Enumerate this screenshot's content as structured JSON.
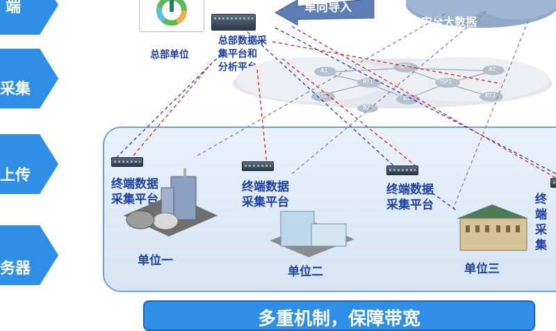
{
  "left_arrows": [
    {
      "label": "端"
    },
    {
      "label": "采集"
    },
    {
      "label": "上传"
    },
    {
      "label": "务器"
    }
  ],
  "hq": {
    "unit_label": "总部单位",
    "platform_label_lines": [
      "总部数据采",
      "集平台和",
      "分析平台"
    ]
  },
  "import_label": "单向导入",
  "cloud_label": "安全大数据",
  "router_labels": [
    "A1",
    "ISP2",
    "A2",
    "RT1",
    "ISP1",
    "RT2",
    "B1",
    "RT3",
    "B2"
  ],
  "terminals": [
    {
      "lines": [
        "终端数据",
        "采集平台"
      ],
      "unit": "单位一"
    },
    {
      "lines": [
        "终端数据",
        "采集平台"
      ],
      "unit": "单位二"
    },
    {
      "lines": [
        "终端数据",
        "采集平台"
      ],
      "unit": "单位三"
    },
    {
      "lines": [
        "终端",
        "采集"
      ],
      "unit": ""
    }
  ],
  "bottom_banner": "多重机制，保障带宽",
  "colors": {
    "accent": "#2f8fe6",
    "label_blue": "#1b3fa6",
    "red_dash": "#d92b2b",
    "blue_dash": "#2c3fd0",
    "grey_dash": "#8a8a8a"
  }
}
